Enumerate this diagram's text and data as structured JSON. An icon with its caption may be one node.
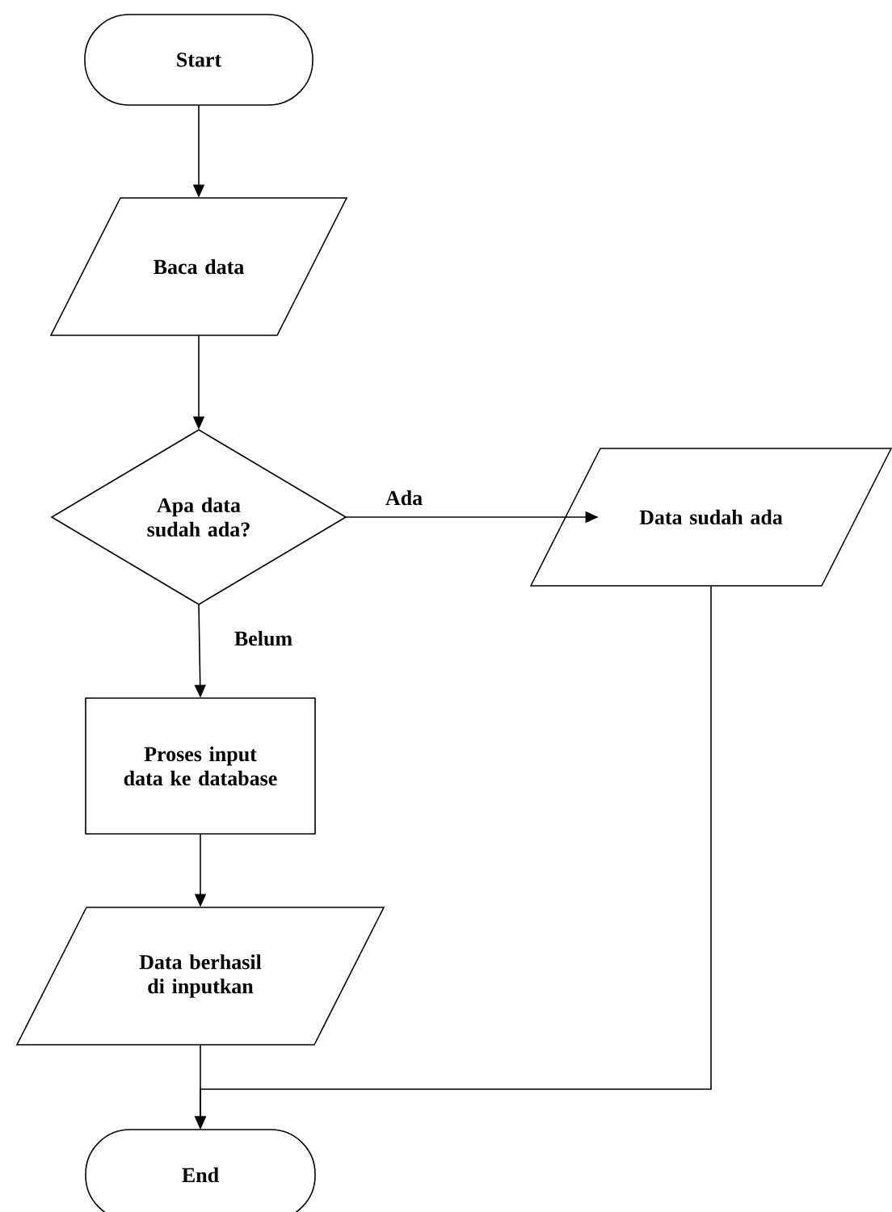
{
  "diagram": {
    "nodes": [
      {
        "text": [
          "Start"
        ]
      },
      {
        "text": [
          "Baca data"
        ]
      },
      {
        "text": [
          "Apa data sudah ada?"
        ]
      },
      {
        "text": [
          "Data sudah ada"
        ]
      },
      {
        "text": [
          "Proses input data ke database"
        ]
      },
      {
        "text": [
          "Data berhasil di inputkan"
        ]
      },
      {
        "text": [
          "End"
        ]
      }
    ],
    "edges": [
      {
        "from": 0,
        "to": 1,
        "arrow": "to"
      },
      {
        "from": 1,
        "to": 2,
        "arrow": "to"
      },
      {
        "from": 2,
        "to": 3,
        "arrow": "to",
        "label": "Ada"
      },
      {
        "from": 2,
        "to": 4,
        "arrow": "to",
        "label": "Belum"
      },
      {
        "from": 4,
        "to": 5,
        "arrow": "to"
      },
      {
        "from": 5,
        "to": 6,
        "arrow": "to"
      },
      {
        "from": 3,
        "to": 6,
        "arrow": "to"
      }
    ]
  }
}
